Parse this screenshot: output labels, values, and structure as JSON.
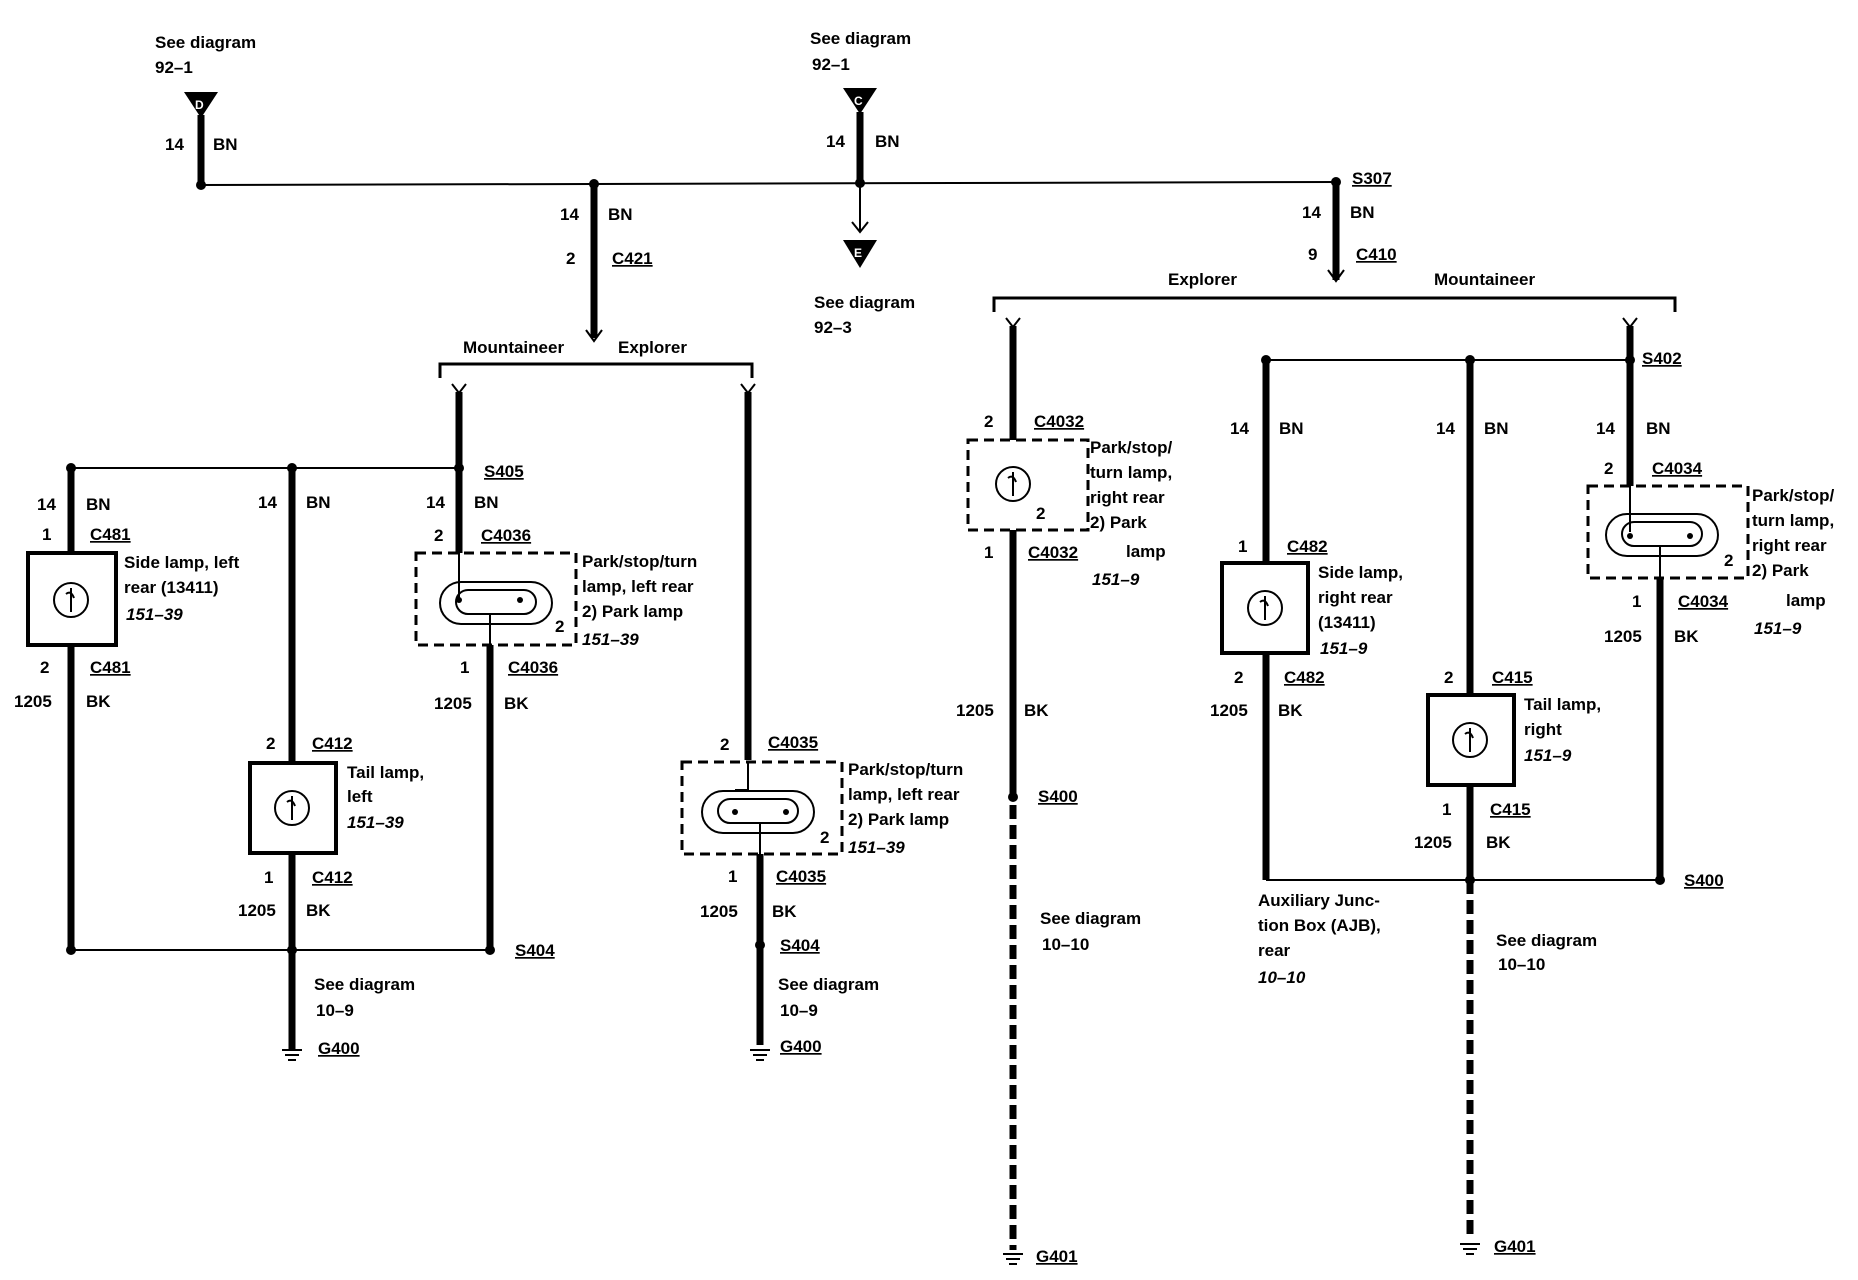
{
  "top": {
    "d": {
      "see": "See diagram",
      "ref": "92–1",
      "letter": "D",
      "gauge": "14",
      "color": "BN"
    },
    "c": {
      "see": "See diagram",
      "ref": "92–1",
      "letter": "C",
      "gauge": "14",
      "color": "BN"
    },
    "e": {
      "see": "See diagram",
      "ref": "92–3",
      "letter": "E"
    },
    "s307": "S307"
  },
  "leftBranch": {
    "gauge": "14",
    "color": "BN",
    "pin": "2",
    "connector": "C421",
    "mountaineer": "Mountaineer",
    "explorer": "Explorer",
    "s405": "S405"
  },
  "rightBranch": {
    "gauge": "14",
    "color": "BN",
    "pin": "9",
    "connector": "C410",
    "explorer": "Explorer",
    "mountaineer": "Mountaineer",
    "s402": "S402"
  },
  "lamps": {
    "c481": {
      "wireGauge": "14",
      "wireColor": "BN",
      "pin1": "1",
      "conn": "C481",
      "pin2": "2",
      "circuit": "1205",
      "groundColor": "BK",
      "name1": "Side lamp, left",
      "name2": "rear (13411)",
      "ref": "151–39"
    },
    "c412": {
      "wireGauge": "14",
      "wireColor": "BN",
      "pin1": "2",
      "conn": "C412",
      "pin2": "1",
      "circuit": "1205",
      "groundColor": "BK",
      "name1": "Tail lamp,",
      "name2": "left",
      "ref": "151–39"
    },
    "c4036": {
      "wireGauge": "14",
      "wireColor": "BN",
      "pin1": "2",
      "conn": "C4036",
      "pin2": "1",
      "pinInner": "2",
      "circuit": "1205",
      "groundColor": "BK",
      "name1": "Park/stop/turn",
      "name2": "lamp, left rear",
      "name3": "2)    Park lamp",
      "ref": "151–39"
    },
    "c4035": {
      "pin1": "2",
      "conn": "C4035",
      "pin2": "1",
      "pinInner": "2",
      "circuit": "1205",
      "groundColor": "BK",
      "name1": "Park/stop/turn",
      "name2": "lamp, left rear",
      "name3": "2)   Park lamp",
      "ref": "151–39"
    },
    "c4032": {
      "pin1": "2",
      "conn": "C4032",
      "pin2": "1",
      "pinInner": "2",
      "circuit": "1205",
      "groundColor": "BK",
      "name1": "Park/stop/",
      "name2": "turn lamp,",
      "name3": "right rear",
      "name4": "2)   Park",
      "name5": "lamp",
      "ref": "151–9"
    },
    "c482": {
      "wireGauge": "14",
      "wireColor": "BN",
      "pin1": "1",
      "conn": "C482",
      "pin2": "2",
      "circuit": "1205",
      "groundColor": "BK",
      "name1": "Side lamp,",
      "name2": "right rear",
      "name3": "(13411)",
      "ref": "151–9"
    },
    "c415": {
      "wireGauge": "14",
      "wireColor": "BN",
      "pin1": "2",
      "conn": "C415",
      "pin2": "1",
      "circuit": "1205",
      "groundColor": "BK",
      "name1": "Tail lamp,",
      "name2": "right",
      "ref": "151–9"
    },
    "c4034": {
      "wireGauge": "14",
      "wireColor": "BN",
      "pin1": "2",
      "conn": "C4034",
      "pin2": "1",
      "pinInner": "2",
      "circuit": "1205",
      "groundColor": "BK",
      "name1": "Park/stop/",
      "name2": "turn lamp,",
      "name3": "right rear",
      "name4": "2)   Park",
      "name5": "lamp",
      "ref": "151–9"
    }
  },
  "grounds": {
    "s404a": "S404",
    "s404b": "S404",
    "s400a": "S400",
    "s400b": "S400",
    "g400a": "G400",
    "g400b": "G400",
    "g401a": "G401",
    "g401b": "G401",
    "seeA": "See diagram",
    "refA": "10–9",
    "seeB": "See diagram",
    "refB": "10–9",
    "seeC": "See diagram",
    "refC": "10–10",
    "seeD": "See diagram",
    "refD": "10–10"
  },
  "ajb": {
    "line1": "Auxiliary Junc-",
    "line2": "tion Box (AJB),",
    "line3": "rear",
    "ref": "10–10"
  }
}
